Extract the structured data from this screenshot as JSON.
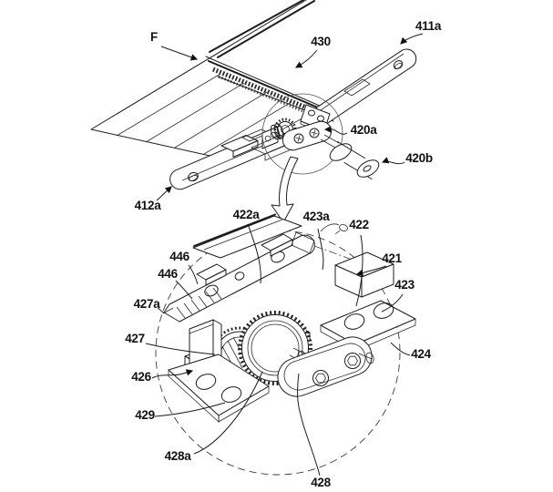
{
  "figure": {
    "colors": {
      "line": "#1c1c1c",
      "background": "#ffffff",
      "detail_circle": "#3a3a3a"
    },
    "labels": {
      "f": "F",
      "n430": "430",
      "n411a": "411a",
      "n420a": "420a",
      "n420b": "420b",
      "n412a": "412a",
      "n422a": "422a",
      "n423a": "423a",
      "n422": "422",
      "n421": "421",
      "n423": "423",
      "n424": "424",
      "n446": "446",
      "n427a": "427a",
      "n427": "427",
      "n426": "426",
      "n429": "429",
      "n428a": "428a",
      "n428": "428"
    }
  }
}
